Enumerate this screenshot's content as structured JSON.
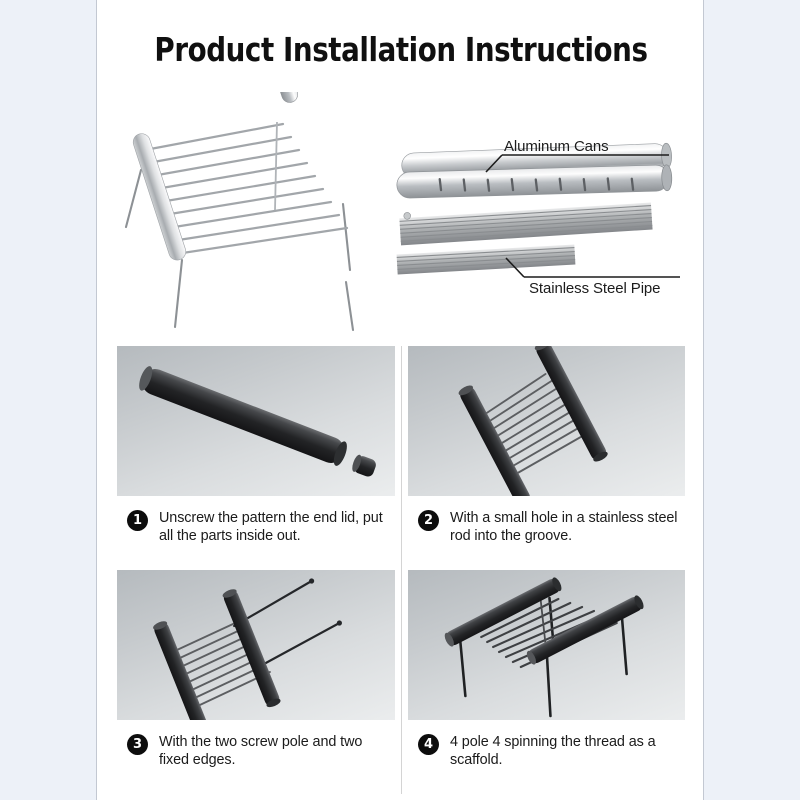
{
  "document": {
    "title": "Product Installation Instructions",
    "background_color": "#edf1f8",
    "sheet_color": "#ffffff"
  },
  "hero": {
    "name": "assembled-portable-grill-and-parts",
    "callouts": [
      {
        "id": "aluminum-cans",
        "label": "Aluminum Cans"
      },
      {
        "id": "stainless-steel-pipe",
        "label": "Stainless Steel Pipe"
      }
    ]
  },
  "steps": [
    {
      "number": "1",
      "figure": "tube-with-end-cap",
      "text": "Unscrew the pattern the end lid, put all the parts inside out."
    },
    {
      "number": "2",
      "figure": "two-tubes-with-rods",
      "text": "With a small hole in a stainless steel rod into the groove."
    },
    {
      "number": "3",
      "figure": "grid-with-two-legs",
      "text": "With the two screw pole and two fixed edges."
    },
    {
      "number": "4",
      "figure": "complete-scaffold-four-legs",
      "text": "4 pole 4 spinning the thread as a scaffold."
    }
  ],
  "colors": {
    "text": "#1b1b1b",
    "badge": "#0d0d0d",
    "panel_gradient_top": "#b5babe",
    "panel_gradient_bottom": "#ebedee",
    "metal_dark": "#2a2a2c",
    "metal_light": "#d8dadc"
  }
}
